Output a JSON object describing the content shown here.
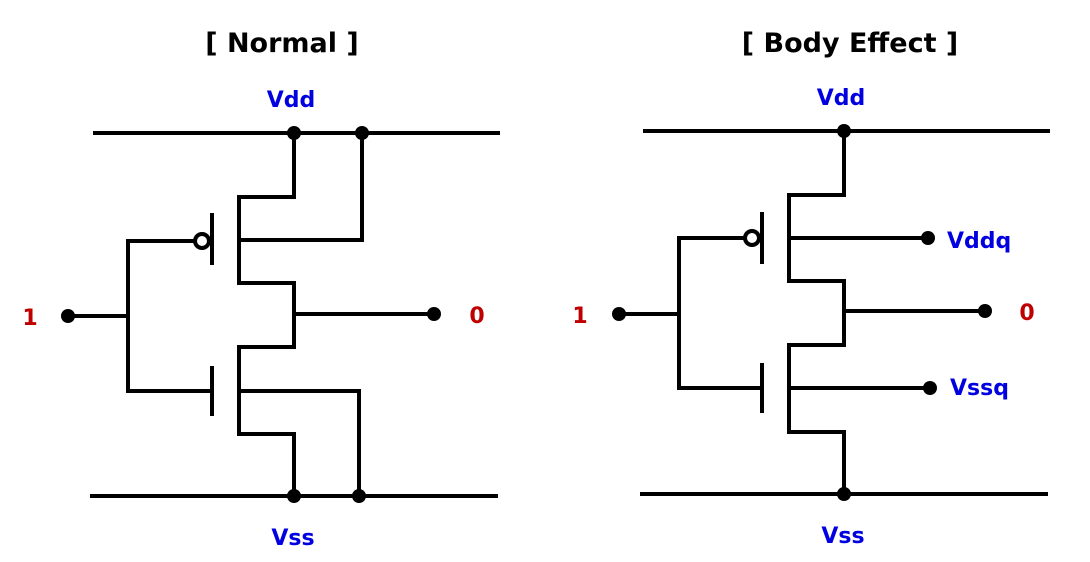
{
  "normal": {
    "title": "[ Normal ]",
    "vdd_label": "Vdd",
    "vss_label": "Vss",
    "input_label": "1",
    "output_label": "0"
  },
  "body_effect": {
    "title": "[ Body Effect ]",
    "vdd_label": "Vdd",
    "vss_label": "Vss",
    "input_label": "1",
    "output_label": "0",
    "vddq_label": "Vddq",
    "vssq_label": "Vssq"
  },
  "colors": {
    "rail_label": "#0000e0",
    "io_label": "#c00000",
    "wire": "#000000"
  }
}
